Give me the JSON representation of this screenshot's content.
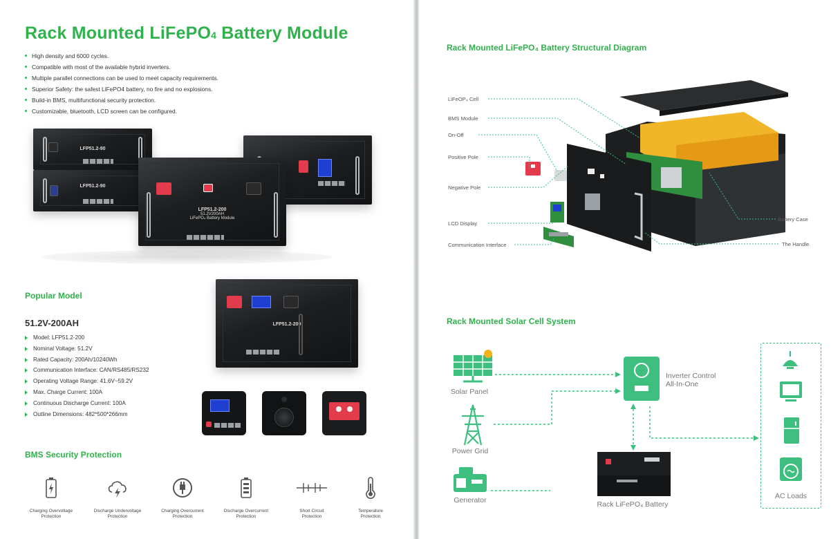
{
  "left": {
    "title": "Rack Mounted LiFePO",
    "title_sub": "4",
    "title_tail": " Battery Module",
    "features": [
      "High density and 6000 cycles.",
      "Compatible with most of the available hybrid inverters.",
      "Multiple parallel connections can be used to meet capacity requirements.",
      "Superior Safety: the safest LiFePO4 battery, no fire and no explosions.",
      "Build-in BMS, multifunctional security protection.",
      "Customizable, bluetooth, LCD screen can be configured."
    ],
    "product_label_a": "LFP51.2-90",
    "product_label_b": "LFP51.2-200",
    "product_label_b_sub": "51.2V200AH",
    "product_label_b_desc": "LiFePO₄ Battery Module",
    "popular_title": "Popular Model",
    "model_name": "51.2V-200AH",
    "specs": [
      "Model:  LFP51.2-200",
      "Nominal Voltage:  51.2V",
      "Rated Capacity:  200Ah/10240Wh",
      "Communication Interface:  CAN/RS485/RS232",
      "Operating Voltage Range:  41.6V~59.2V",
      "Max. Charge Current:  100A",
      "Continuous Discharge Current:  100A",
      "Outline Dimensions:  482*500*266mm"
    ],
    "popular_label": "LFP51.2-200",
    "bms_title": "BMS Security Protection",
    "protections": [
      {
        "line1": "Charging Overvoltage",
        "line2": "Protection",
        "icon": "battery-bolt-icon"
      },
      {
        "line1": "Discharge Undervoltage",
        "line2": "Protection",
        "icon": "cloud-bolt-icon"
      },
      {
        "line1": "Charging Overcurrent",
        "line2": "Protection",
        "icon": "plug-circle-icon"
      },
      {
        "line1": "Discharge Overcurrent",
        "line2": "Protection",
        "icon": "battery-bars-icon"
      },
      {
        "line1": "Short Circuit",
        "line2": "Protection",
        "icon": "short-circuit-icon"
      },
      {
        "line1": "Temperature",
        "line2": "Protection",
        "icon": "thermometer-icon"
      }
    ]
  },
  "right": {
    "structure_title": "Rack Mounted LiFePO₄ Battery Structural Diagram",
    "structure_labels": {
      "cell": "LiFeOP₄ Cell",
      "bms": "BMS Module",
      "onoff": "On-Off",
      "positive": "Positive Pole",
      "negative": "Negative Pole",
      "lcd": "LCD Display",
      "comm": "Communication Interface",
      "case": "Battery Case",
      "handle": "The Handle"
    },
    "solar_title": "Rack Mounted Solar Cell System",
    "solar_labels": {
      "solar_panel": "Solar Panel",
      "power_grid": "Power Grid",
      "generator": "Generator",
      "inverter_line1": "Inverter Control",
      "inverter_line2": "All-In-One",
      "battery": "Rack LiFePO₄ Battery",
      "ac_loads": "AC Loads"
    }
  },
  "colors": {
    "brand_green": "#2fb24b",
    "diagram_green": "#3fbf7f",
    "battery_black": "#1c1e20",
    "terminal_red": "#e23b4c",
    "lcd_blue": "#1e3fd0"
  }
}
